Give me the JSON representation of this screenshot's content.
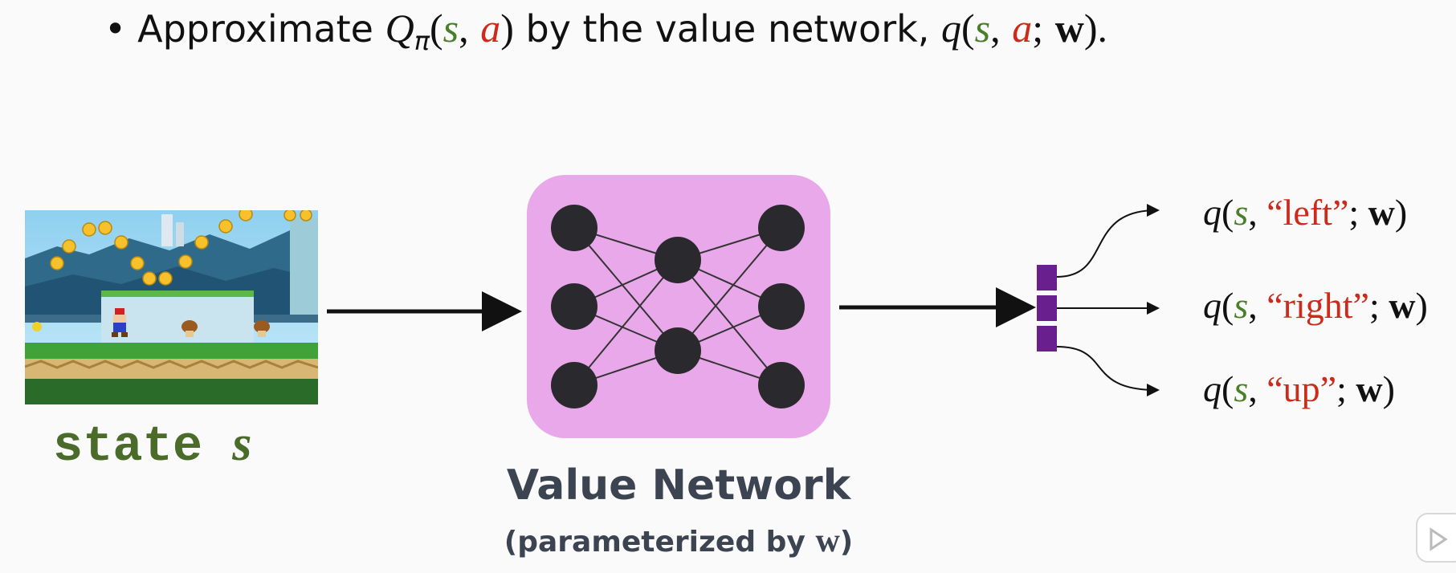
{
  "header": {
    "bullet": "•",
    "text_prefix": "Approximate",
    "Q": "Q",
    "pi": "π",
    "open_paren": "(",
    "s": "s",
    "comma": ",",
    "a": "a",
    "close_paren": ")",
    "middle_text": "by the value network,",
    "q": "q",
    "semicolon": ";",
    "w": "w",
    "end": ")."
  },
  "state": {
    "word": "state",
    "var": "s"
  },
  "network": {
    "title": "Value Network",
    "sub_prefix": "(parameterized by",
    "sub_var": "w",
    "sub_suffix": ")"
  },
  "outputs": [
    {
      "q": "q",
      "s": "s",
      "action": "“left”",
      "w": "w"
    },
    {
      "q": "q",
      "s": "s",
      "action": "“right”",
      "w": "w"
    },
    {
      "q": "q",
      "s": "s",
      "action": "“up”",
      "w": "w"
    }
  ],
  "colors": {
    "state_green": "#4a7f2a",
    "action_red": "#cc2a1a",
    "network_bg": "#e9a8ea",
    "node": "#2a2a2e",
    "output_bar": "#6a1f8f",
    "title_gray": "#3c4452"
  }
}
